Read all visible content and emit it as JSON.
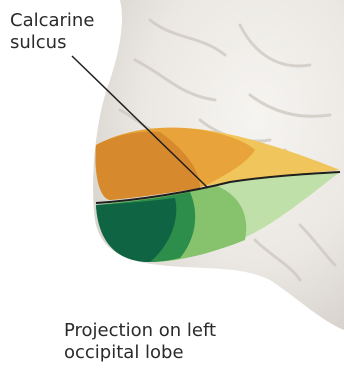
{
  "labels": {
    "calcarine_sulcus": {
      "line1": "Calcarine",
      "line2": "sulcus"
    },
    "projection": {
      "line1": "Projection on left",
      "line2": "occipital lobe"
    }
  },
  "colors": {
    "background": "#ffffff",
    "brain_light": "#efede9",
    "brain_shadow": "#d9d5cf",
    "upper_dark_orange": "#d7892d",
    "upper_mid_orange": "#e8a43a",
    "upper_light_yellow": "#f0c55b",
    "lower_dark_green": "#0f6444",
    "lower_mid_green": "#2c8e4a",
    "lower_light_green": "#87c36d",
    "lower_pale_green": "#bfe0a9",
    "sulcus_line": "#1f1f1f"
  }
}
